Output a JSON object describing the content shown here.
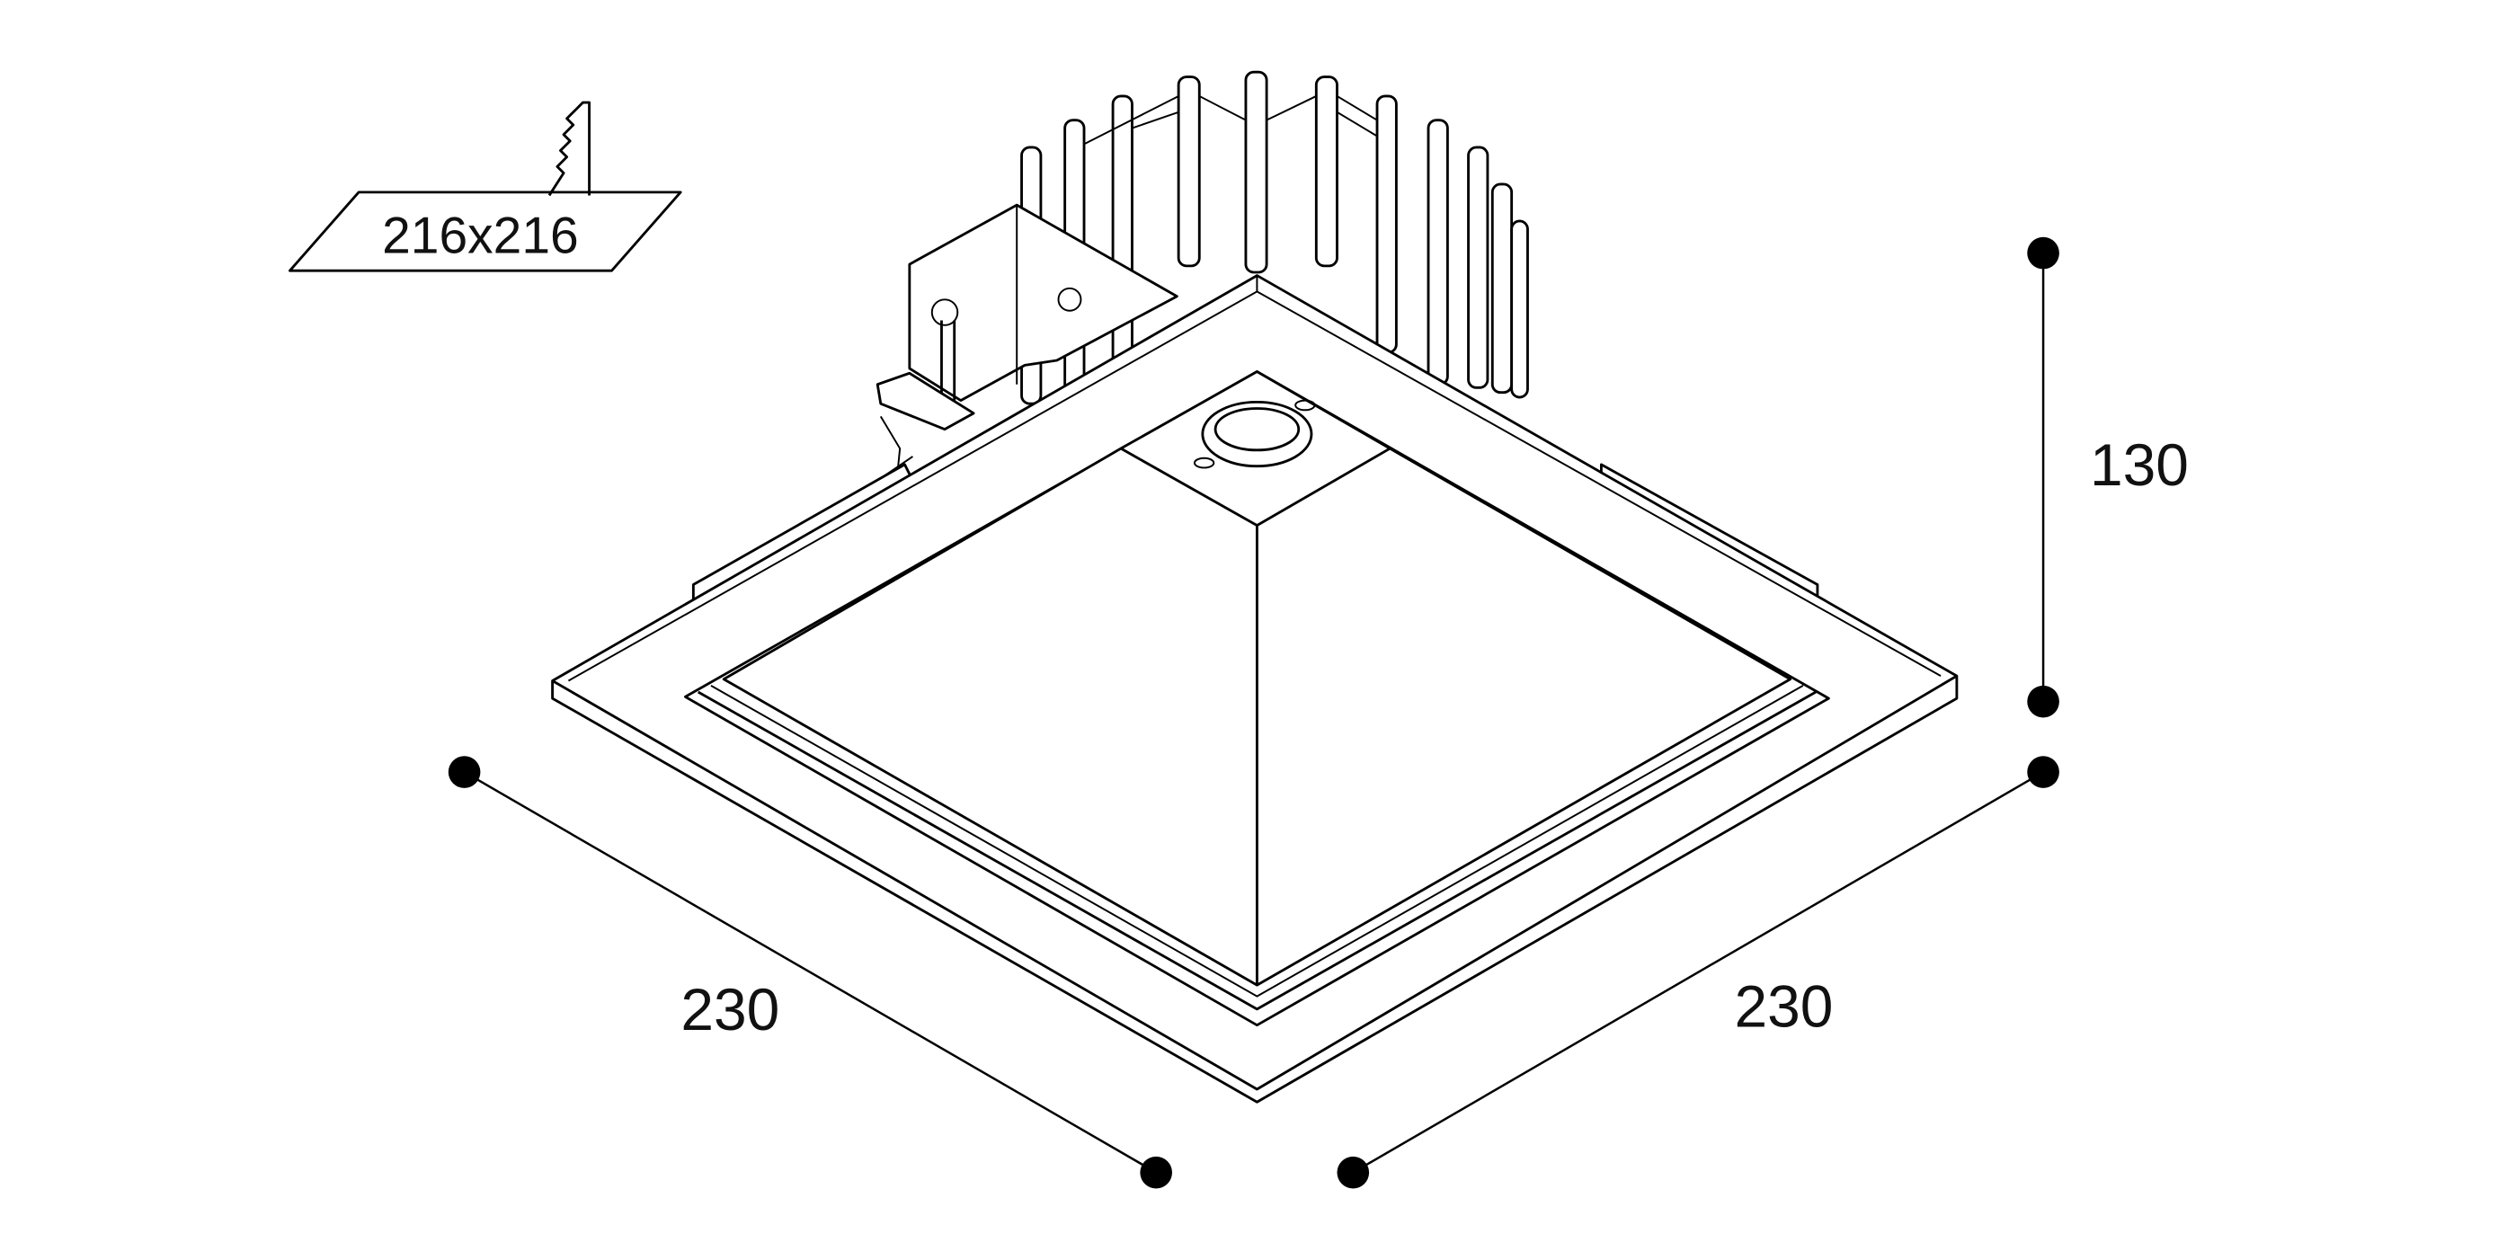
{
  "cutout": {
    "label": "216x216"
  },
  "dimensions": {
    "width_left": "230",
    "width_right": "230",
    "height": "130"
  }
}
